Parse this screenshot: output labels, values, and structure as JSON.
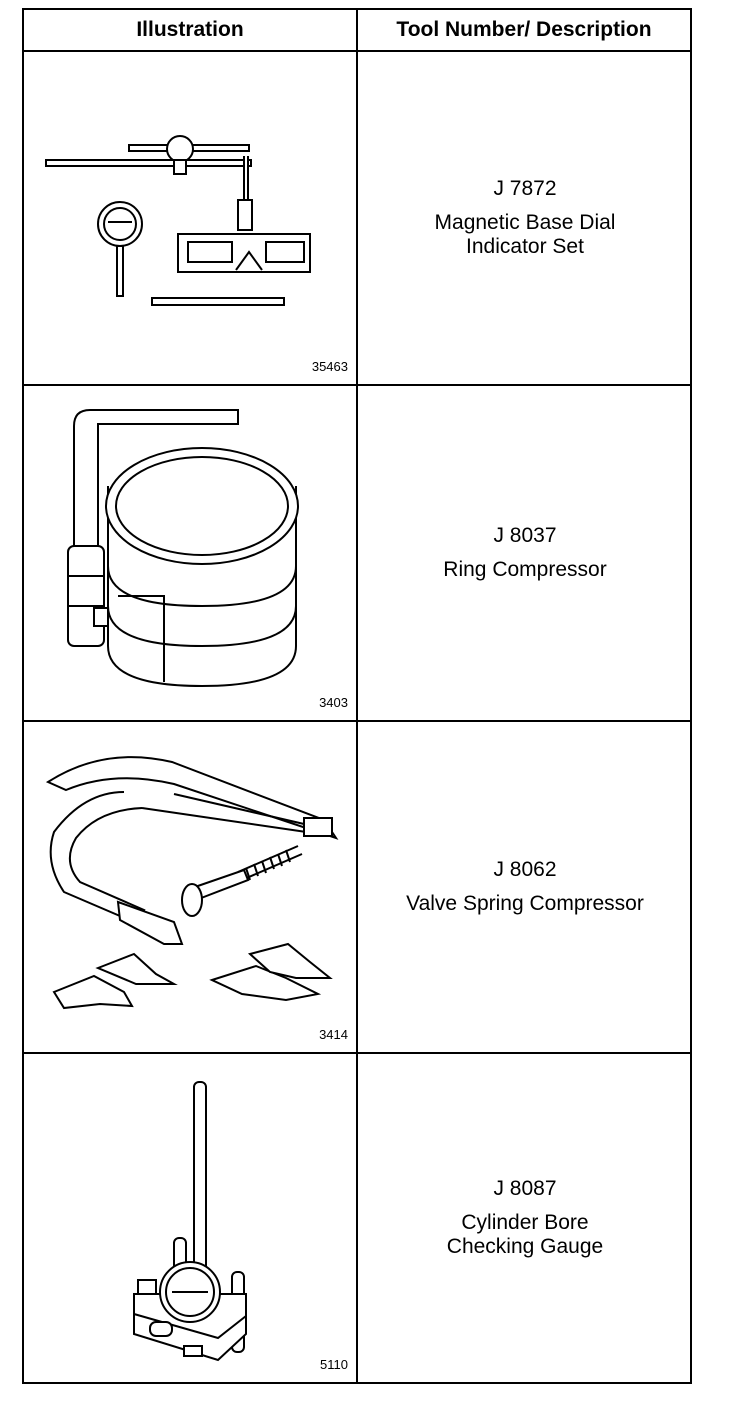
{
  "header": {
    "col1": "Illustration",
    "col2": "Tool Number/ Description"
  },
  "rows": [
    {
      "figure_number": "35463",
      "tool_number": "J 7872",
      "description": "Magnetic Base Dial\nIndicator Set",
      "icon": "magnetic-base-dial-indicator-illustration"
    },
    {
      "figure_number": "3403",
      "tool_number": "J 8037",
      "description": "Ring Compressor",
      "icon": "ring-compressor-illustration"
    },
    {
      "figure_number": "3414",
      "tool_number": "J 8062",
      "description": "Valve Spring Compressor",
      "icon": "valve-spring-compressor-illustration"
    },
    {
      "figure_number": "5110",
      "tool_number": "J 8087",
      "description": "Cylinder Bore\nChecking Gauge",
      "icon": "cylinder-bore-gauge-illustration"
    }
  ]
}
